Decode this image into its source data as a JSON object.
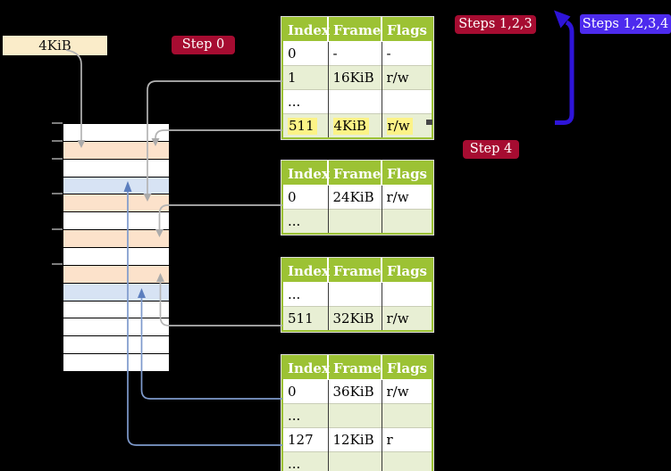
{
  "size_box": {
    "label": "4KiB"
  },
  "badges": {
    "step0": "Step 0",
    "steps123": "Steps 1,2,3",
    "steps1234": "Steps 1,2,3,4",
    "step4": "Step 4"
  },
  "colors": {
    "background": "#000000",
    "table_header_green": "#9CC234",
    "table_row_green": "#E8EFD4",
    "highlight_yellow": "#FCF387",
    "badge_red": "#A60C31",
    "badge_blue": "#4D2BEE",
    "big_arrow_blue": "#2E14D8",
    "gray_arrow": "#B4B4B4",
    "steel_arrow": "#7E9ACC",
    "frame_peach": "#FCE2CB",
    "frame_blue": "#D7E3F4",
    "size_box_beige": "#FAECC9"
  },
  "tables": [
    {
      "name": "page-table-top",
      "headers": [
        "Index",
        "Frame",
        "Flags"
      ],
      "rows": [
        {
          "cells": [
            "0",
            "-",
            "-"
          ],
          "alt": false,
          "highlight": false
        },
        {
          "cells": [
            "1",
            "16KiB",
            "r/w"
          ],
          "alt": true,
          "highlight": false
        },
        {
          "cells": [
            "...",
            "",
            ""
          ],
          "alt": false,
          "highlight": false
        },
        {
          "cells": [
            "511",
            "4KiB",
            "r/w"
          ],
          "alt": true,
          "highlight": true
        }
      ]
    },
    {
      "name": "page-table-second",
      "headers": [
        "Index",
        "Frame",
        "Flags"
      ],
      "rows": [
        {
          "cells": [
            "0",
            "24KiB",
            "r/w"
          ],
          "alt": false,
          "highlight": false
        },
        {
          "cells": [
            "...",
            "",
            ""
          ],
          "alt": true,
          "highlight": false
        }
      ]
    },
    {
      "name": "page-table-third",
      "headers": [
        "Index",
        "Frame",
        "Flags"
      ],
      "rows": [
        {
          "cells": [
            "...",
            "",
            ""
          ],
          "alt": false,
          "highlight": false
        },
        {
          "cells": [
            "511",
            "32KiB",
            "r/w"
          ],
          "alt": true,
          "highlight": false
        }
      ]
    },
    {
      "name": "page-table-bottom",
      "headers": [
        "Index",
        "Frame",
        "Flags"
      ],
      "rows": [
        {
          "cells": [
            "0",
            "36KiB",
            "r/w"
          ],
          "alt": false,
          "highlight": false
        },
        {
          "cells": [
            "...",
            "",
            ""
          ],
          "alt": true,
          "highlight": false
        },
        {
          "cells": [
            "127",
            "12KiB",
            "r"
          ],
          "alt": false,
          "highlight": false
        },
        {
          "cells": [
            "...",
            "",
            ""
          ],
          "alt": true,
          "highlight": false
        }
      ]
    }
  ],
  "memory": {
    "rows": [
      "white",
      "peach",
      "white",
      "blue",
      "peach",
      "white",
      "peach",
      "white",
      "peach",
      "blue",
      "white",
      "white",
      "white",
      "white"
    ],
    "ticks": [
      0,
      1,
      2,
      4,
      6,
      8
    ]
  }
}
